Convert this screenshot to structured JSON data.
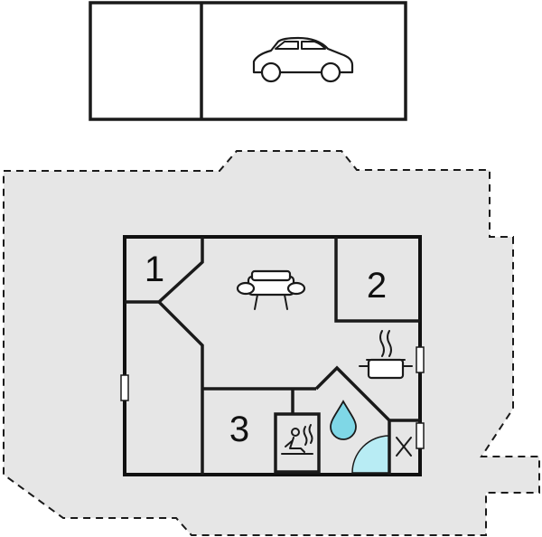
{
  "rooms": {
    "room_1": {
      "label": "1"
    },
    "room_2": {
      "label": "2"
    },
    "room_3": {
      "label": "3"
    }
  },
  "icons": {
    "garage": "car-icon",
    "living": "sofa-icon",
    "kitchen": "cooking-pot-icon",
    "bathroom": "water-drop-icon",
    "sauna": "sauna-icon",
    "storage": "cross-box-icon"
  },
  "colors": {
    "terrace_fill": "#e6e6e6",
    "shower_fill": "#b8ecf4",
    "drop_fill": "#7fd7e6",
    "walls": "#111111"
  }
}
